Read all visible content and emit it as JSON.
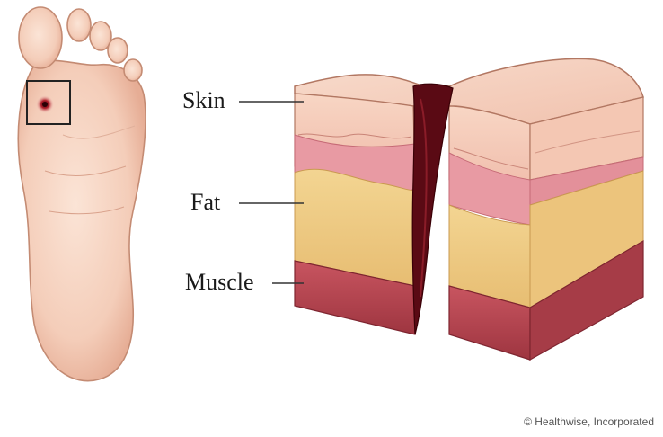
{
  "diagram": {
    "labels": {
      "skin": "Skin",
      "fat": "Fat",
      "muscle": "Muscle"
    },
    "credit": "© Healthwise, Incorporated"
  },
  "colors": {
    "skin_tone": "#f6d1bf",
    "skin_outline": "#a5705c",
    "dermis_pink": "#e89aa3",
    "fat_yellow": "#f0cd88",
    "muscle_red": "#b8454f",
    "wound_dark": "#5a0a14",
    "leader_line": "#333333"
  },
  "icons": {
    "foot": "foot-sole-illustration",
    "ulcer_marker": "ulcer-highlight-box",
    "tissue_block": "tissue-cross-section"
  }
}
